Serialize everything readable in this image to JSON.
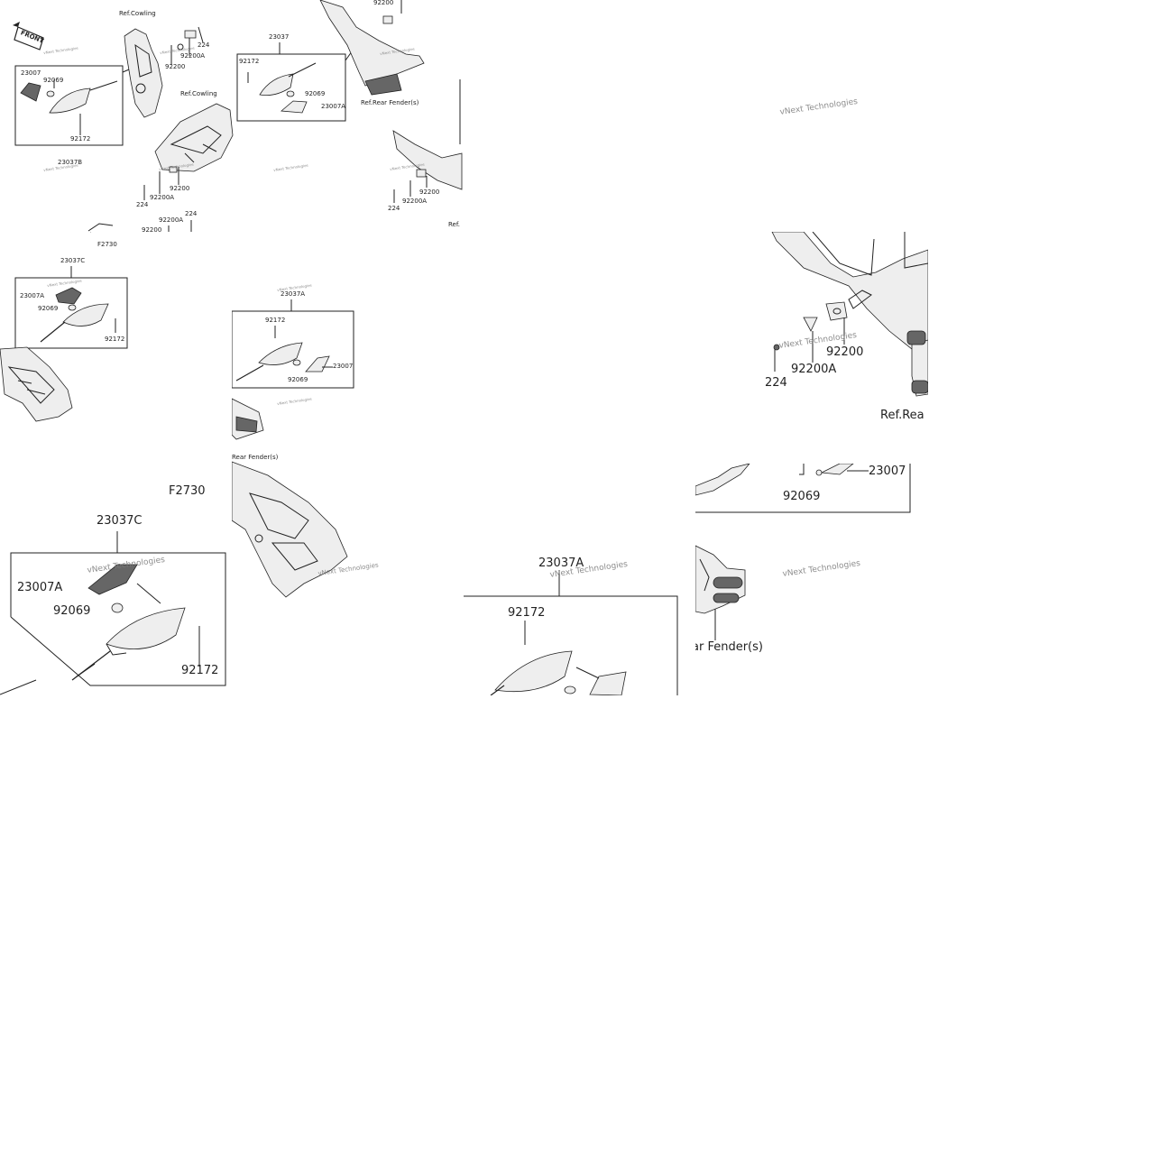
{
  "tiles": [
    {
      "id": "overview",
      "labels": {
        "ref_cowling_top": "Ref.Cowling",
        "ref_cowling_mid": "Ref.Cowling",
        "ref_rear_fender": "Ref.Rear Fender(s)",
        "ref_cut": "Ref.",
        "front": "FRONT",
        "p23037": "23037",
        "p23037B": "23037B",
        "p23007": "23007",
        "p92069_left": "92069",
        "p92172_left": "92172",
        "p92172_center": "92172",
        "p92069_center": "92069",
        "p23007A_center": "23007A",
        "p92200_top": "92200",
        "p92200A_top": "92200A",
        "p224_top": "224",
        "p92200_upper": "92200",
        "p92200_mid": "92200",
        "p92200A_mid": "92200A",
        "p224_mid": "224",
        "p92200A_low": "92200A",
        "p224_low": "224",
        "p92200_cut": "92200",
        "p92200_right": "92200",
        "p92200A_right": "92200A",
        "p224_right": "224"
      }
    },
    {
      "id": "left-mid",
      "labels": {
        "code": "F2730",
        "p23037C": "23037C",
        "p23007A": "23007A",
        "p92069": "92069",
        "p92172": "92172"
      }
    },
    {
      "id": "center-mid",
      "labels": {
        "p23037A": "23037A",
        "p92172": "92172",
        "p23007": "23007",
        "p92069": "92069",
        "ref_rear_fender": "Rear Fender(s)"
      }
    },
    {
      "id": "bottom-left",
      "labels": {
        "code": "F2730",
        "p23037C": "23037C",
        "p23007A": "23007A",
        "p92069": "92069",
        "p92172": "92172"
      }
    },
    {
      "id": "bottom-center",
      "labels": {
        "p23037A": "23037A",
        "p92172": "92172"
      }
    },
    {
      "id": "right-top",
      "labels": {
        "p92200": "92200",
        "p92200A": "92200A",
        "p224": "224",
        "ref_rear": "Ref.Rea"
      }
    },
    {
      "id": "right-mid",
      "labels": {
        "p23007": "23007",
        "p92069": "92069"
      }
    },
    {
      "id": "right-bottom",
      "labels": {
        "ref_fender": "ar Fender(s)"
      }
    }
  ],
  "watermark": "vNext Technologies"
}
